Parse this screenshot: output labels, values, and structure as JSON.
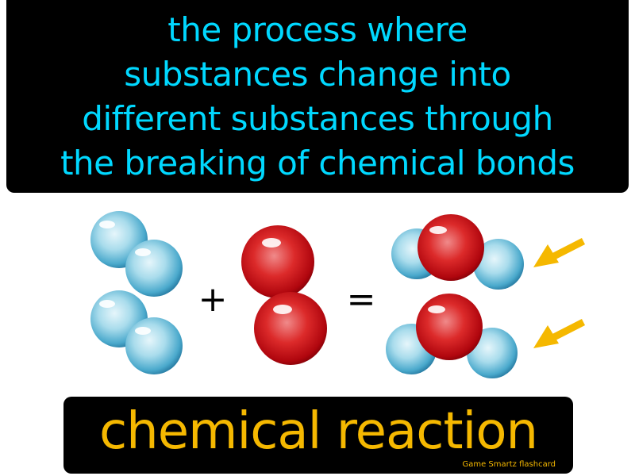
{
  "definition": {
    "lines": [
      "the process where",
      "substances change into",
      "different substances through",
      "the breaking of chemical bonds"
    ]
  },
  "term": "chemical reaction",
  "credit": "Game Smartz  flashcard",
  "symbols": {
    "plus": "+",
    "equals": "="
  },
  "colors": {
    "definition_text": "#00d8ff",
    "term_text": "#f5b800",
    "blue_atom": "#4bb0d0",
    "red_atom": "#d0101a",
    "arrow": "#f5b800"
  }
}
